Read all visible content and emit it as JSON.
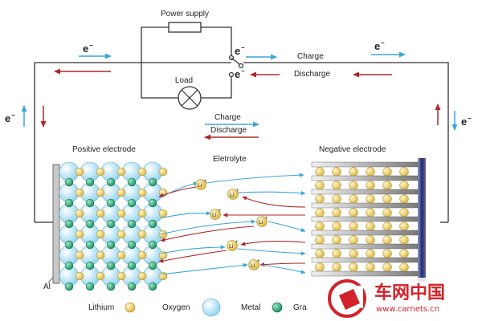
{
  "diagram": {
    "labels": {
      "power_supply": "Power supply",
      "load": "Load",
      "charge": "Charge",
      "discharge": "Discharge",
      "positive_electrode": "Positive electrode",
      "negative_electrode": "Negative electrode",
      "electrolyte": "Eletrolyte",
      "al": "Al",
      "electron": "e",
      "electron_sup": "−",
      "ion": "Li",
      "ion_sup": "+"
    },
    "legend": {
      "lithium": "Lithium",
      "oxygen": "Oxygen",
      "metal": "Metal",
      "graphite": "Gra"
    },
    "watermark": {
      "logo_text": "车网中国",
      "url": "www.carnets.cn"
    },
    "colors": {
      "charge_arrow": "#3aa7d6",
      "discharge_arrow": "#b0262a",
      "wire": "#333333",
      "oxygen": "#c8ecfb",
      "metal": "#2ea57a",
      "lithium": "#f2d77a",
      "brand_red": "#d2232a"
    }
  }
}
